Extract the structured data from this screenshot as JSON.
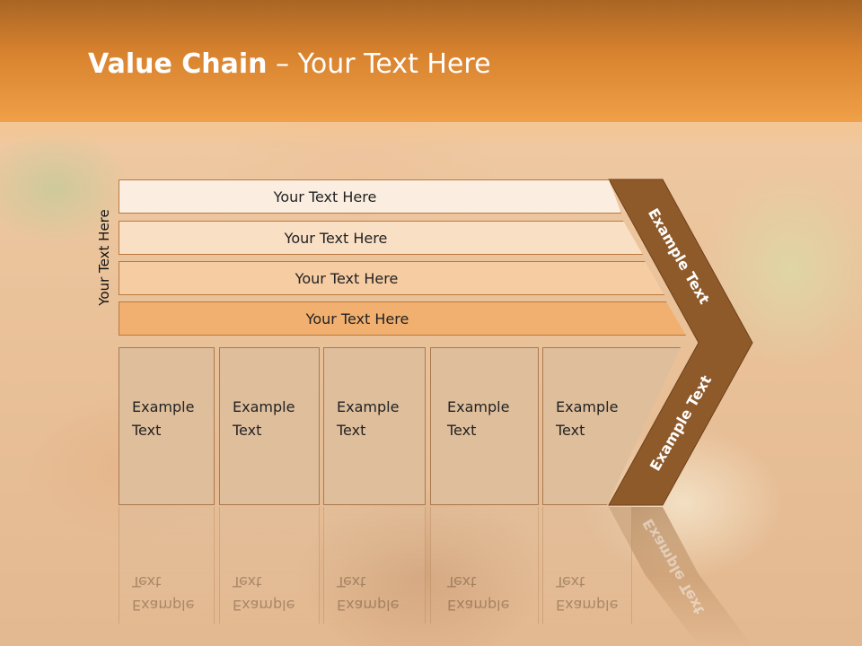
{
  "title": {
    "bold": "Value Chain",
    "rest": " – Your Text Here"
  },
  "side_label": "Your Text Here",
  "bars": [
    "Your Text Here",
    "Your Text Here",
    "Your Text Here",
    "Your Text Here"
  ],
  "columns": [
    {
      "line1": "Example",
      "line2": "Text"
    },
    {
      "line1": "Example",
      "line2": "Text"
    },
    {
      "line1": "Example",
      "line2": "Text"
    },
    {
      "line1": "Example",
      "line2": "Text"
    },
    {
      "line1": "Example",
      "line2": "Text"
    }
  ],
  "chevron": {
    "upper": "Example Text",
    "lower": "Example Text"
  },
  "colors": {
    "title_bar": "#e08a34",
    "chevron": "#8f5a2a",
    "bar_1": "#fbeee0",
    "bar_2": "#f9dfc4",
    "bar_3": "#f6cca3",
    "bar_4": "#f1b070",
    "column": "#dfbe9c"
  }
}
